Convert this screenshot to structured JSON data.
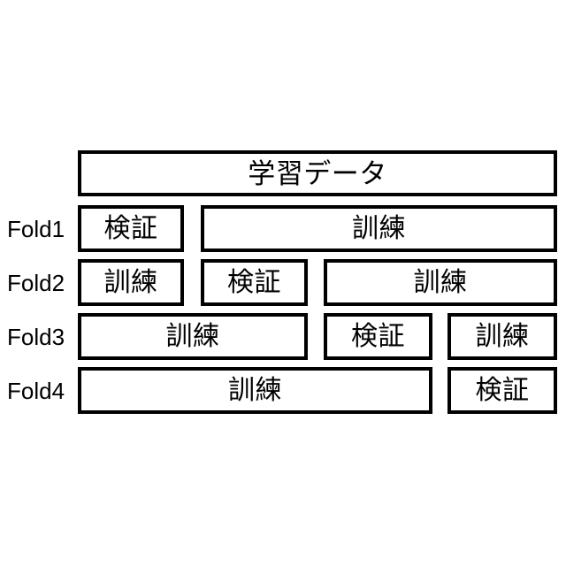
{
  "diagram": {
    "title_bar": {
      "label": "学習データ"
    },
    "terms": {
      "train": "訓練",
      "validate": "検証"
    },
    "folds": [
      {
        "label": "Fold1",
        "segments": [
          {
            "role": "validate",
            "label": "検証"
          },
          {
            "role": "train",
            "label": "訓練"
          }
        ]
      },
      {
        "label": "Fold2",
        "segments": [
          {
            "role": "train",
            "label": "訓練"
          },
          {
            "role": "validate",
            "label": "検証"
          },
          {
            "role": "train",
            "label": "訓練"
          }
        ]
      },
      {
        "label": "Fold3",
        "segments": [
          {
            "role": "train",
            "label": "訓練"
          },
          {
            "role": "validate",
            "label": "検証"
          },
          {
            "role": "train",
            "label": "訓練"
          }
        ]
      },
      {
        "label": "Fold4",
        "segments": [
          {
            "role": "train",
            "label": "訓練"
          },
          {
            "role": "validate",
            "label": "検証"
          }
        ]
      }
    ],
    "colors": {
      "background": "#ffffff",
      "stroke": "#000000",
      "text": "#000000",
      "box_fill": "#ffffff"
    }
  }
}
